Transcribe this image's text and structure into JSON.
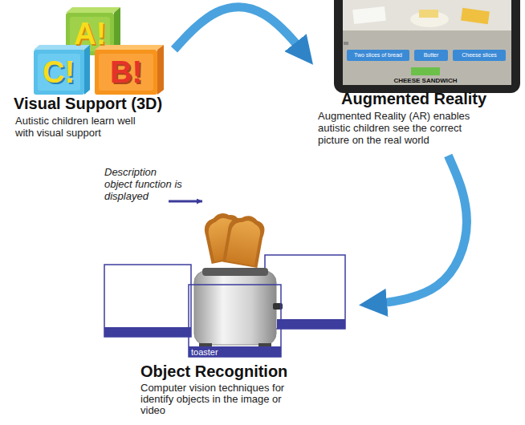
{
  "diagram": {
    "nodes": [
      {
        "text": [
          "Visual Support (3D)",
          "Autistic children learn well with visual support"
        ]
      },
      {
        "text": [
          "Augmented Reality",
          "Augmented Reality (AR) enables autistic children see the correct picture on the real world"
        ]
      },
      {
        "text": [
          "Object Recognition",
          "Computer vision techniques for identify objects in the image or video"
        ]
      }
    ],
    "edges": [
      {
        "from": 0,
        "to": 1,
        "arrow": "to"
      },
      {
        "from": 1,
        "to": 2,
        "arrow": "to"
      }
    ],
    "labels": [
      "A!",
      "C!",
      "B!",
      "Two slices of bread",
      "Butter",
      "Cheese slices",
      "CHEESE SANDWICH",
      "Description object function is displayed",
      "toaster"
    ]
  }
}
